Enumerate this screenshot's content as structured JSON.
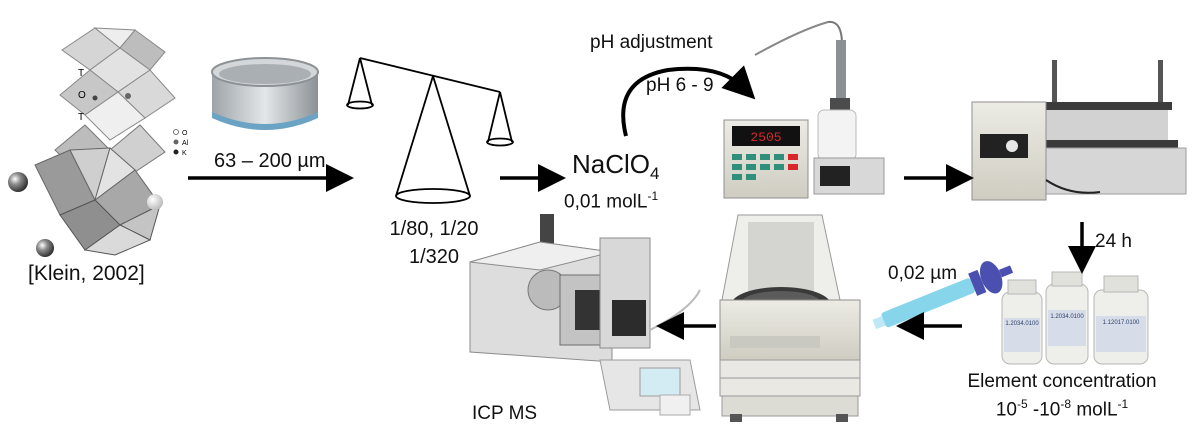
{
  "labels": {
    "citation": "[Klein, 2002]",
    "crystal_t": "T",
    "crystal_o": "O",
    "crystal_t2": "T",
    "crystal_legend_o": "O",
    "crystal_legend_al": "Al",
    "crystal_legend_k": "K",
    "sieve_size": "63 – 200 µm",
    "ratio_line1": "1/80, 1/20",
    "ratio_line2": "1/320",
    "electrolyte_base": "NaClO",
    "electrolyte_sub": "4",
    "concentration_value": "0,01 molL",
    "concentration_exp": "-1",
    "ph_adjust": "pH adjustment",
    "ph_range": "pH 6 - 9",
    "meter_display": "2505",
    "time": "24 h",
    "filter_size": "0,02 µm",
    "elem_conc_title": "Element concentration",
    "elem_conc_a": "10",
    "elem_conc_a_exp": "-5",
    "elem_conc_sep": " -10",
    "elem_conc_b_exp": "-8",
    "elem_conc_unit": " molL",
    "elem_conc_unit_exp": "-1",
    "icpms": "ICP MS",
    "bottle_1": "1.2034.0100",
    "bottle_2": "1.2034.0100",
    "bottle_3": "1.12017.0100"
  },
  "colors": {
    "arrow": "#000000",
    "filter_blue": "#7fd3ea",
    "filter_purple": "#4a4fb0",
    "meter_display": "#d8262a"
  }
}
